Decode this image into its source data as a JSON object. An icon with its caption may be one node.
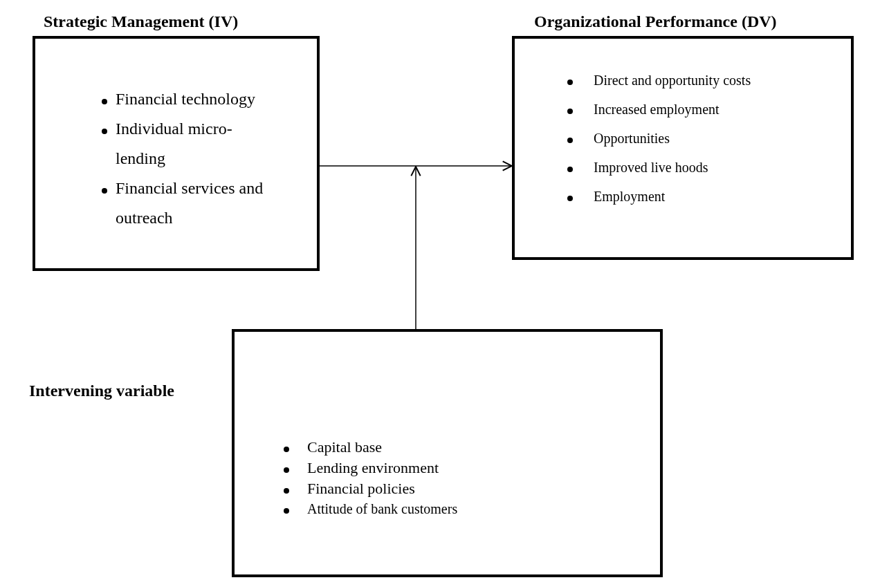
{
  "diagram": {
    "nodes": [
      {
        "text": [
          "Strategic Management (IV)",
          "Financial technology",
          "Individual micro-lending",
          "Financial services and outreach"
        ]
      },
      {
        "text": [
          "Organizational Performance (DV)",
          "Direct and opportunity costs",
          "Increased employment",
          "Opportunities",
          "Improved live hoods",
          "Employment"
        ]
      },
      {
        "text": [
          "Intervening variable",
          "Capital base",
          "Lending environment",
          "Financial policies",
          "Attitude of bank customers"
        ]
      }
    ],
    "edges": [
      {
        "from": 0,
        "to": 1,
        "arrow": "to"
      },
      {
        "from": 2,
        "to": null,
        "arrow": "to"
      }
    ]
  }
}
